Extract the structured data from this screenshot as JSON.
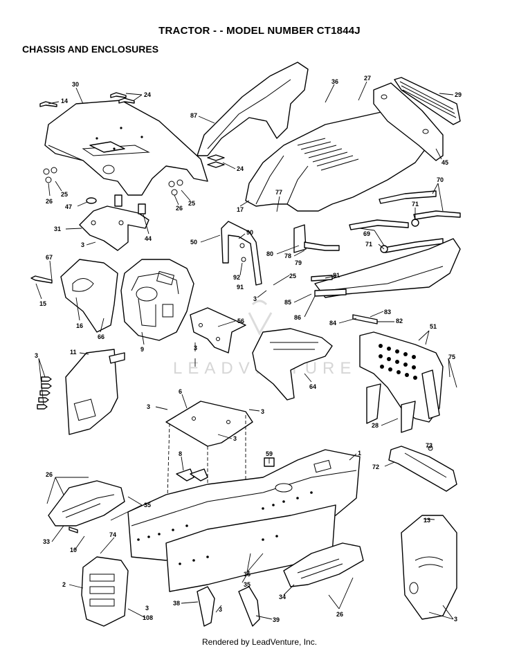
{
  "header": {
    "title": "TRACTOR - - MODEL NUMBER CT1844J",
    "subtitle": "CHASSIS AND ENCLOSURES"
  },
  "watermark": "LEADVENTURE",
  "footer": "Rendered by LeadVenture, Inc.",
  "callouts": [
    {
      "label": "30"
    },
    {
      "label": "14"
    },
    {
      "label": "24"
    },
    {
      "label": "87"
    },
    {
      "label": "36"
    },
    {
      "label": "27"
    },
    {
      "label": "29"
    },
    {
      "label": "45"
    },
    {
      "label": "24"
    },
    {
      "label": "26"
    },
    {
      "label": "25"
    },
    {
      "label": "26"
    },
    {
      "label": "25"
    },
    {
      "label": "47"
    },
    {
      "label": "17"
    },
    {
      "label": "77"
    },
    {
      "label": "70"
    },
    {
      "label": "71"
    },
    {
      "label": "31"
    },
    {
      "label": "44"
    },
    {
      "label": "50"
    },
    {
      "label": "90"
    },
    {
      "label": "69"
    },
    {
      "label": "71"
    },
    {
      "label": "3"
    },
    {
      "label": "80"
    },
    {
      "label": "78"
    },
    {
      "label": "79"
    },
    {
      "label": "67"
    },
    {
      "label": "92"
    },
    {
      "label": "91"
    },
    {
      "label": "81"
    },
    {
      "label": "25"
    },
    {
      "label": "15"
    },
    {
      "label": "3"
    },
    {
      "label": "85"
    },
    {
      "label": "86"
    },
    {
      "label": "83"
    },
    {
      "label": "84"
    },
    {
      "label": "82"
    },
    {
      "label": "16"
    },
    {
      "label": "56"
    },
    {
      "label": "66"
    },
    {
      "label": "9"
    },
    {
      "label": "51"
    },
    {
      "label": "3"
    },
    {
      "label": "11"
    },
    {
      "label": "3"
    },
    {
      "label": "64"
    },
    {
      "label": "75"
    },
    {
      "label": "6"
    },
    {
      "label": "3"
    },
    {
      "label": "3"
    },
    {
      "label": "3"
    },
    {
      "label": "28"
    },
    {
      "label": "73"
    },
    {
      "label": "59"
    },
    {
      "label": "1"
    },
    {
      "label": "8"
    },
    {
      "label": "72"
    },
    {
      "label": "26"
    },
    {
      "label": "35"
    },
    {
      "label": "13"
    },
    {
      "label": "33"
    },
    {
      "label": "10"
    },
    {
      "label": "74"
    },
    {
      "label": "2"
    },
    {
      "label": "35"
    },
    {
      "label": "35"
    },
    {
      "label": "34"
    },
    {
      "label": "3"
    },
    {
      "label": "38"
    },
    {
      "label": "3"
    },
    {
      "label": "39"
    },
    {
      "label": "26"
    },
    {
      "label": "3"
    },
    {
      "label": "108"
    }
  ]
}
